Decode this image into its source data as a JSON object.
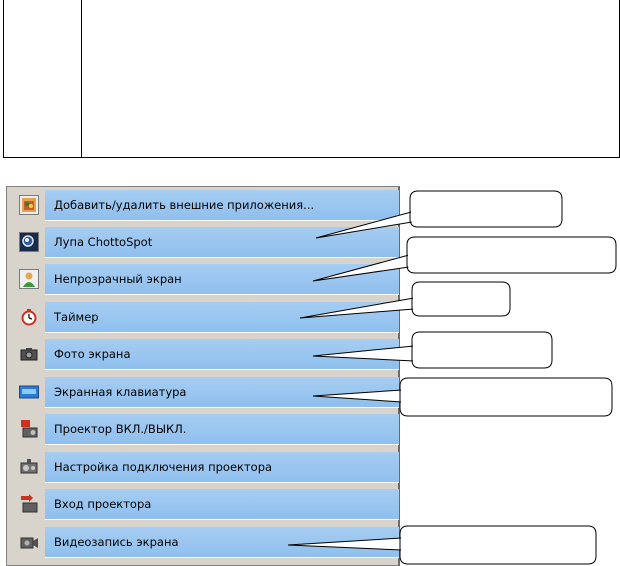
{
  "menu": {
    "items": [
      {
        "label": "Добавить/удалить внешние приложения...",
        "icon": "apps-box-icon"
      },
      {
        "label": "Лупа ChottoSpot",
        "icon": "magnifier-icon"
      },
      {
        "label": "Непрозрачный экран",
        "icon": "curtain-person-icon"
      },
      {
        "label": "Таймер",
        "icon": "stopwatch-icon"
      },
      {
        "label": "Фото экрана",
        "icon": "camera-icon"
      },
      {
        "label": "Экранная клавиатура",
        "icon": "keyboard-icon"
      },
      {
        "label": "Проектор ВКЛ./ВЫКЛ.",
        "icon": "projector-power-icon"
      },
      {
        "label": "Настройка подключения проектора",
        "icon": "projector-settings-icon"
      },
      {
        "label": "Вход проектора",
        "icon": "projector-input-icon"
      },
      {
        "label": "Видеозапись экрана",
        "icon": "video-record-icon"
      }
    ]
  },
  "colors": {
    "item_gradient_top": "#a6cdf2",
    "item_gradient_bottom": "#8fbfee",
    "panel_background": "#d8d4cc"
  }
}
